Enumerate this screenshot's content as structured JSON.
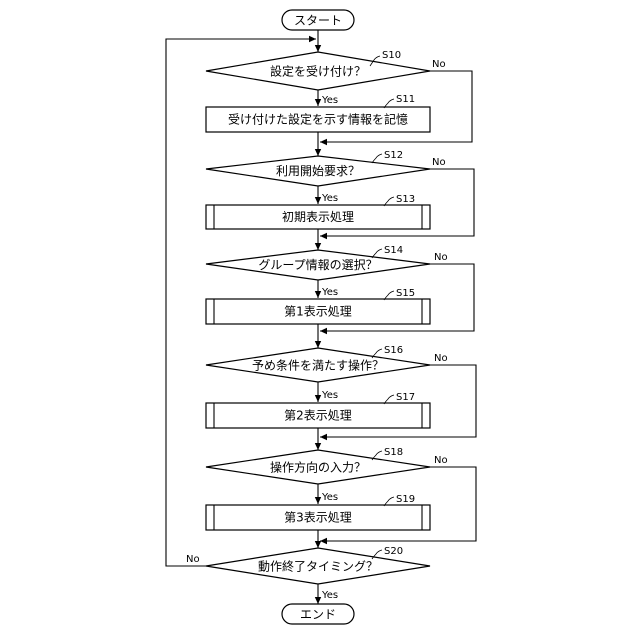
{
  "start": "スタート",
  "end": "エンド",
  "nodes": {
    "s10": {
      "id": "S10",
      "text": "設定を受け付け？"
    },
    "s11": {
      "id": "S11",
      "text": "受け付けた設定を示す情報を記憶"
    },
    "s12": {
      "id": "S12",
      "text": "利用開始要求？"
    },
    "s13": {
      "id": "S13",
      "text": "初期表示処理"
    },
    "s14": {
      "id": "S14",
      "text": "グループ情報の選択？"
    },
    "s15": {
      "id": "S15",
      "text": "第1表示処理"
    },
    "s16": {
      "id": "S16",
      "text": "予め条件を満たす操作？"
    },
    "s17": {
      "id": "S17",
      "text": "第2表示処理"
    },
    "s18": {
      "id": "S18",
      "text": "操作方向の入力？"
    },
    "s19": {
      "id": "S19",
      "text": "第3表示処理"
    },
    "s20": {
      "id": "S20",
      "text": "動作終了タイミング？"
    }
  },
  "labels": {
    "yes": "Yes",
    "no": "No"
  }
}
